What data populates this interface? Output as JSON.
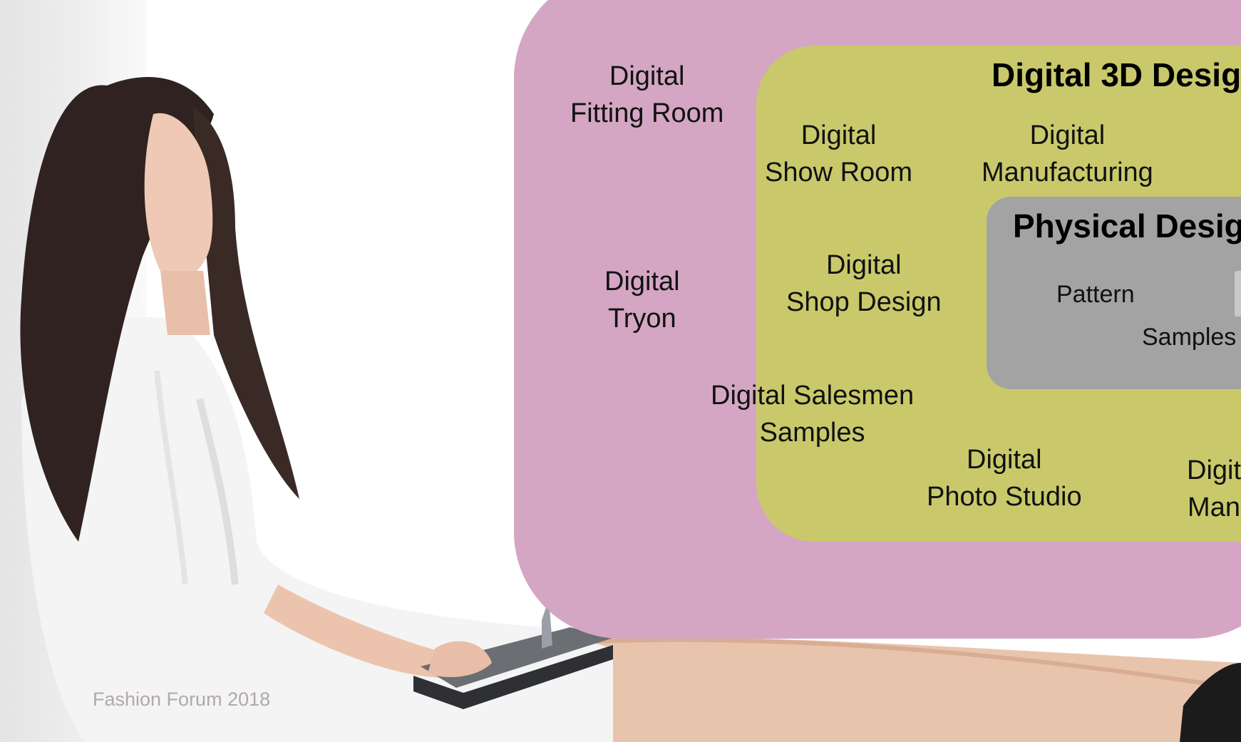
{
  "diagram": {
    "outer_ring": {
      "color": "#d4a6c3",
      "labels": {
        "fitting_room": [
          "Digital",
          "Fitting Room"
        ],
        "tryon": [
          "Digital",
          "Tryon"
        ],
        "salesmen_samples": [
          "Digital Salesmen",
          "Samples"
        ]
      }
    },
    "middle_ring": {
      "color": "#c9c96c",
      "title": "Digital 3D Desig",
      "labels": {
        "show_room": [
          "Digital",
          "Show Room"
        ],
        "manufacturing": [
          "Digital",
          "Manufacturing"
        ],
        "shop_design": [
          "Digital",
          "Shop Design"
        ],
        "photo_studio": [
          "Digital",
          "Photo Studio"
        ],
        "cut_off": [
          "Digit",
          "Man"
        ]
      }
    },
    "inner_ring": {
      "color": "#a3a3a3",
      "title": "Physical Design",
      "labels": {
        "pattern": "Pattern",
        "samples": "Samples"
      }
    }
  },
  "footer": "Fashion Forum 2018"
}
